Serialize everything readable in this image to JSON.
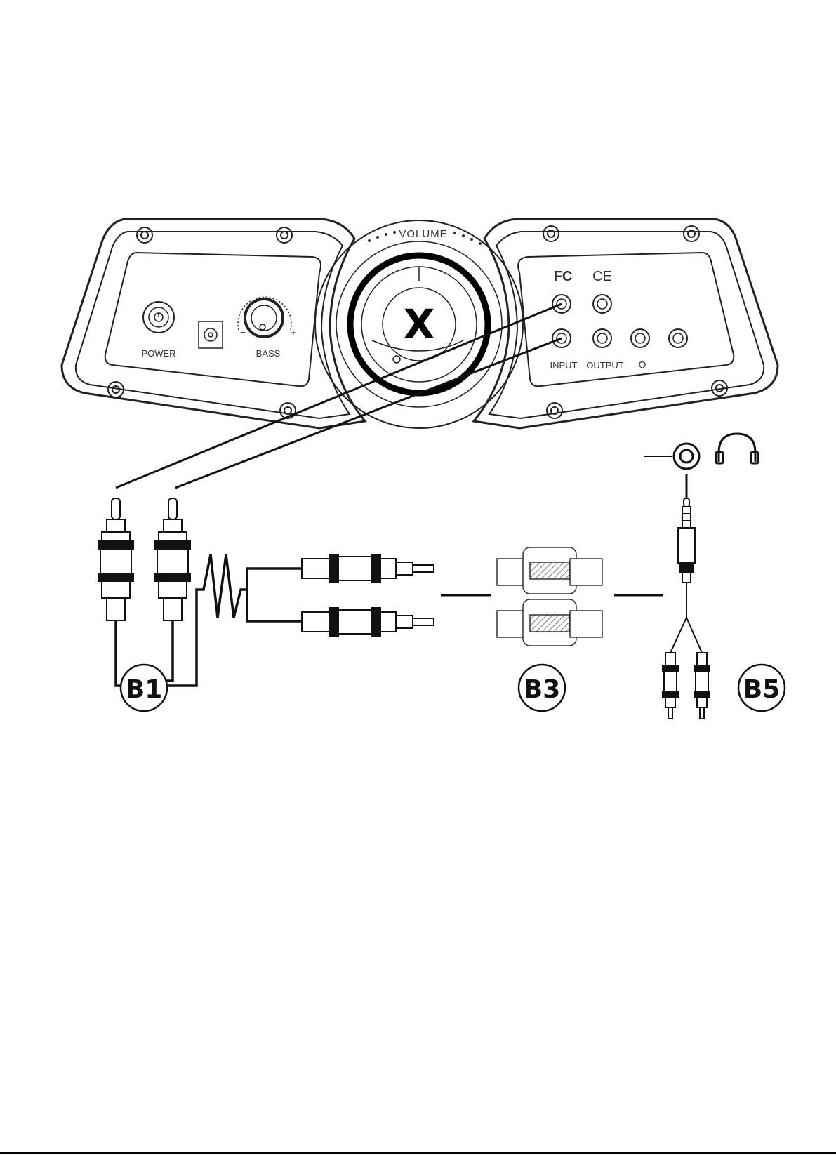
{
  "panel": {
    "volume_label": "VOLUME",
    "power_label": "POWER",
    "bass_label": "BASS",
    "bass_minus": "−",
    "bass_plus": "+",
    "input_label": "INPUT",
    "output_label": "OUTPUT",
    "headphone_symbol": "Ω",
    "fcc_mark": "FC",
    "ce_mark": "CE",
    "logo_letter": "X"
  },
  "badges": {
    "b1": "B1",
    "b3": "B3",
    "b5": "B5"
  },
  "icons": [
    "power-icon",
    "dc-jack-icon",
    "headphone-icon",
    "audio-jack-icon"
  ]
}
